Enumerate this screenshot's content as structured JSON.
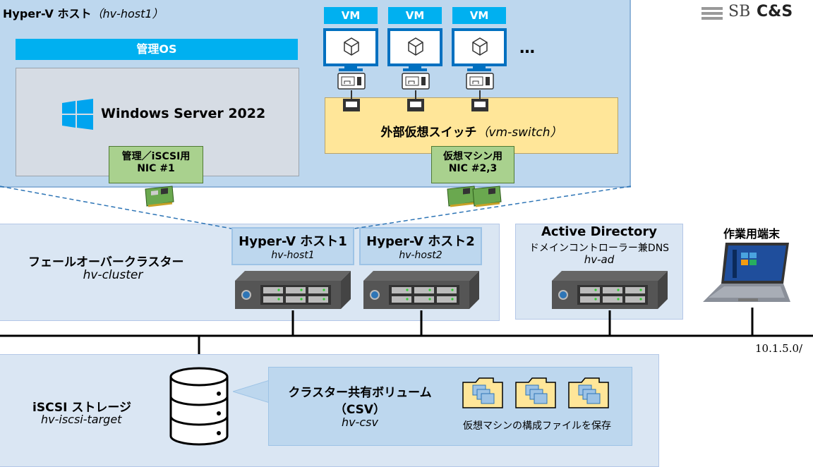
{
  "logo": {
    "text_sb": "SB",
    "text_cs": "C&S"
  },
  "host": {
    "title": "Hyper-V ホスト",
    "title_sub": "（hv-host1）",
    "os_bar": "管理OS",
    "windows": "Windows Server 2022",
    "vms": [
      "VM",
      "VM",
      "VM"
    ],
    "vm_more": "…",
    "vswitch_label": "外部仮想スイッチ",
    "vswitch_name": "（vm-switch）",
    "nic_mgmt": [
      "管理／iSCSI用",
      "NIC #1"
    ],
    "nic_vm": [
      "仮想マシン用",
      "NIC #2,3"
    ]
  },
  "cluster": {
    "title": "フェールオーバークラスター",
    "name": "hv-cluster",
    "hosts": [
      {
        "title": "Hyper-V ホスト1",
        "name": "hv-host1"
      },
      {
        "title": "Hyper-V ホスト2",
        "name": "hv-host2"
      }
    ]
  },
  "ad": {
    "title": "Active Directory",
    "subtitle": "ドメインコントローラー兼DNS",
    "name": "hv-ad"
  },
  "terminal": {
    "title": "作業用端末"
  },
  "network": {
    "address": "10.1.5.0/"
  },
  "storage": {
    "title": "iSCSI ストレージ",
    "name": "hv-iscsi-target",
    "csv_title": "クラスター共有ボリューム",
    "csv_abbr": "（CSV）",
    "csv_name": "hv-csv",
    "files_caption": "仮想マシンの構成ファイルを保存"
  },
  "colors": {
    "accent": "#00b0f0",
    "vm_blue": "#0070c0",
    "switch": "#ffe699",
    "nic": "#a9d18e",
    "panel": "#bdd7ee",
    "light_panel": "#dae6f3"
  }
}
